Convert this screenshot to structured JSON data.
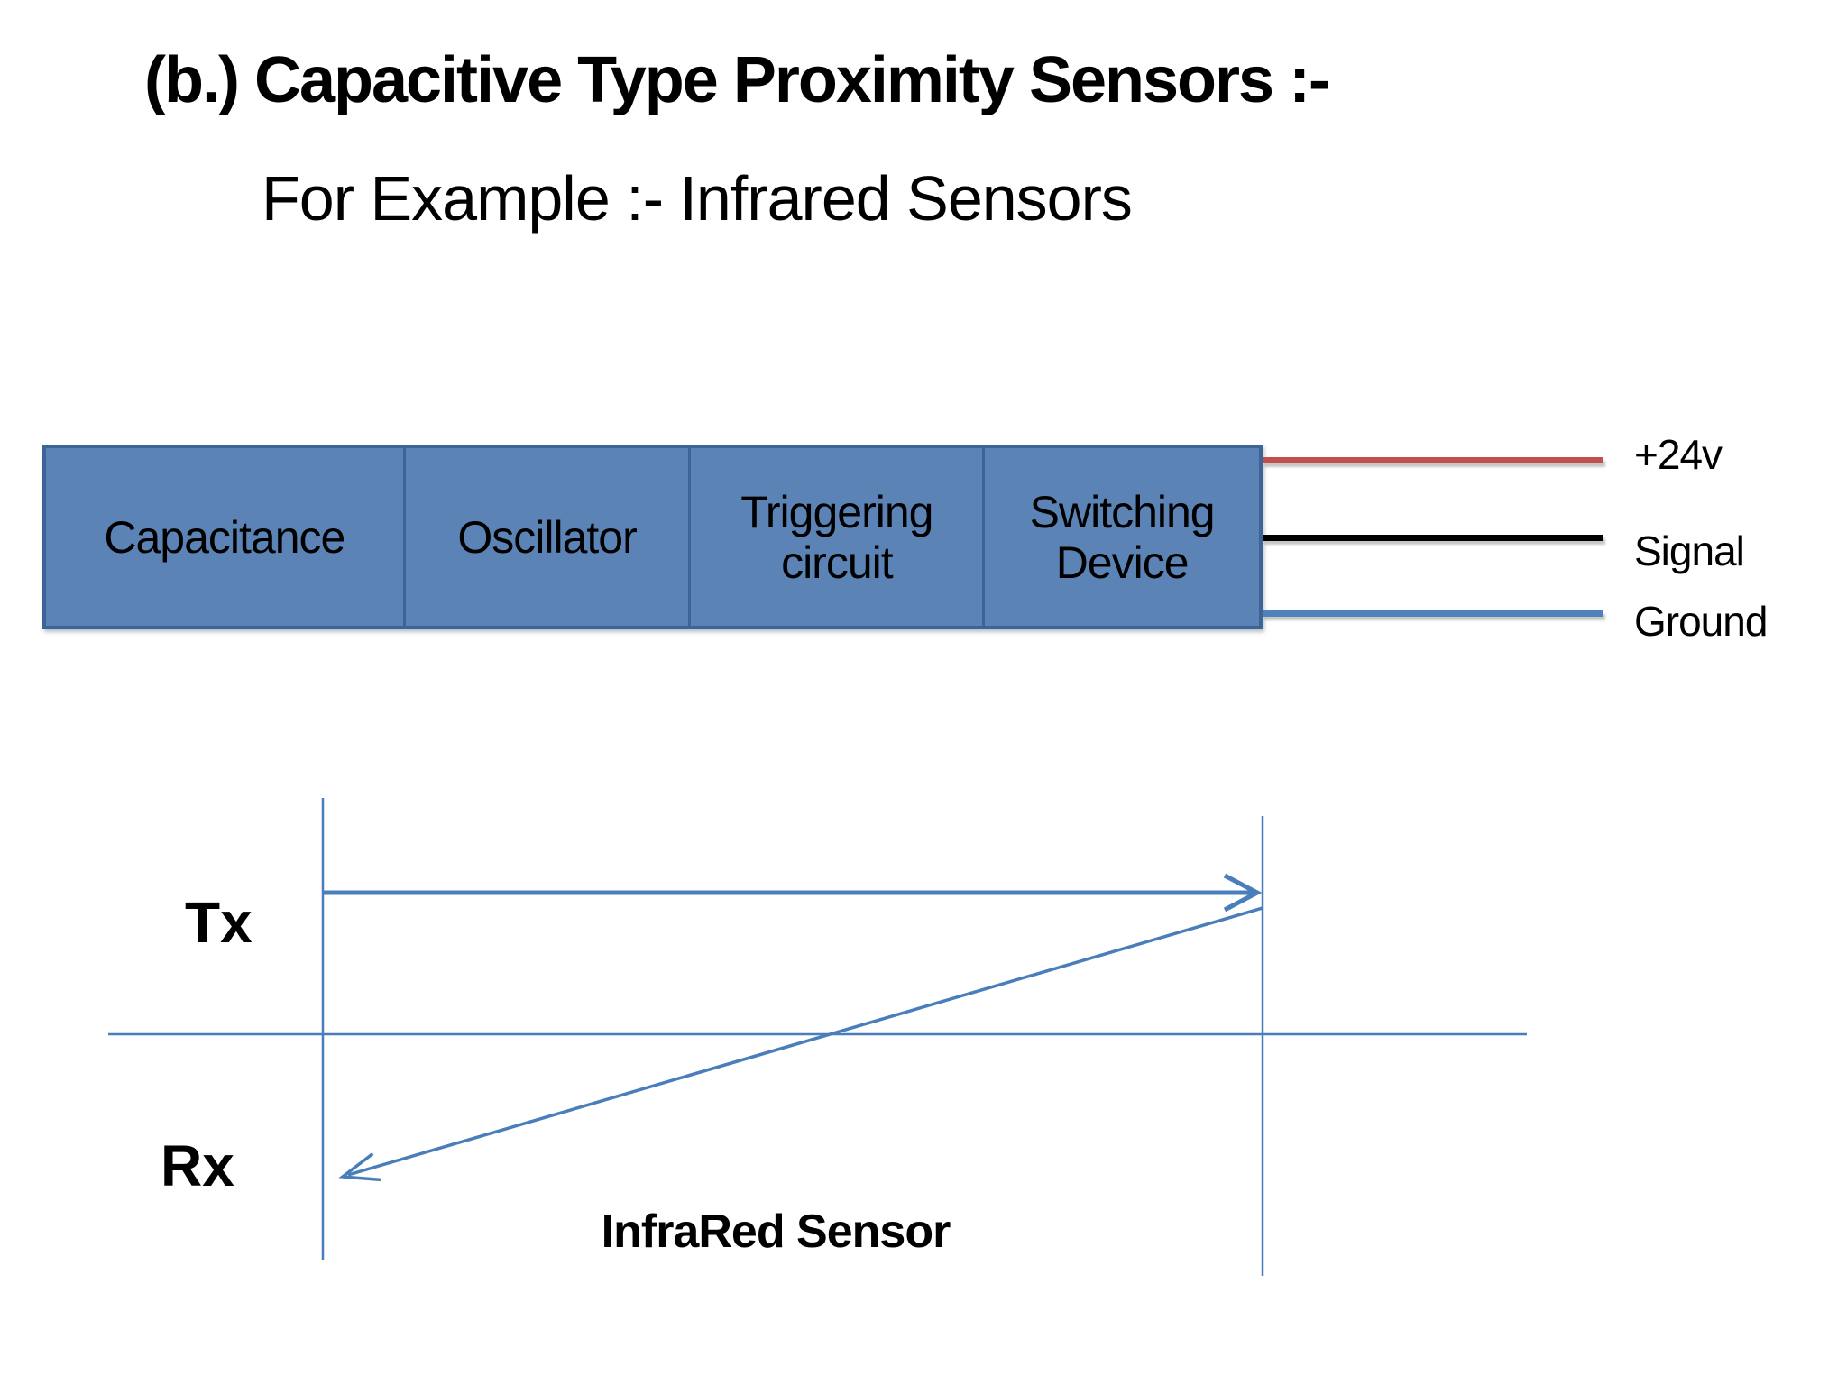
{
  "slide": {
    "title": "(b.) Capacitive Type Proximity Sensors :-",
    "subtitle": "For Example :- Infrared Sensors"
  },
  "block_diagram": {
    "box_fill": "#5b83b5",
    "box_border": "#3c6496",
    "blocks": [
      {
        "label": "Capacitance"
      },
      {
        "label": "Oscillator"
      },
      {
        "label": "Triggering circuit"
      },
      {
        "label": "Switching Device"
      }
    ],
    "wires": [
      {
        "name": "power",
        "label": "+24v",
        "color": "#c0504d"
      },
      {
        "name": "signal",
        "label": "Signal",
        "color": "#000000"
      },
      {
        "name": "ground",
        "label": "Ground",
        "color": "#4f81bd"
      }
    ]
  },
  "ir_diagram": {
    "line_color": "#4a7ebb",
    "tx_label": "Tx",
    "rx_label": "Rx",
    "caption": "InfraRed Sensor"
  }
}
